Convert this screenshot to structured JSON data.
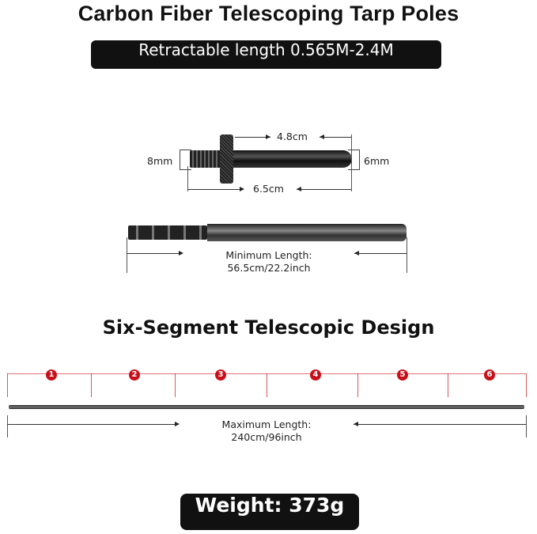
{
  "title": "Carbon Fiber Telescoping Tarp Poles",
  "subtitle": "Retractable length 0.565M-2.4M",
  "spike": {
    "head_length": "4.8cm",
    "total_length": "6.5cm",
    "thread_diameter": "8mm",
    "tip_diameter": "6mm"
  },
  "collapsed": {
    "label": "Minimum Length:",
    "value": "56.5cm/22.2inch"
  },
  "design_heading": "Six-Segment Telescopic Design",
  "segments": [
    "1",
    "2",
    "3",
    "4",
    "5",
    "6"
  ],
  "extended": {
    "label": "Maximum Length:",
    "value": "240cm/96inch"
  },
  "weight": "Weight: 373g",
  "colors": {
    "accent": "#c8101a",
    "dark": "#111111"
  }
}
